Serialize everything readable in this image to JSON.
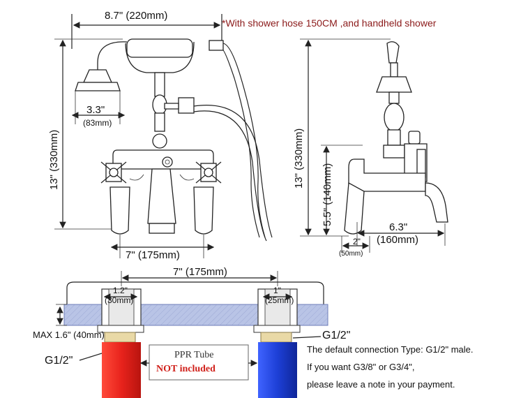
{
  "notice": "*With shower hose 150CM ,and handheld shower",
  "dimensions": {
    "top_width": "8.7\" (220mm)",
    "head_diameter_in": "3.3\"",
    "head_diameter_mm": "(83mm)",
    "front_height": "13\" (330mm)",
    "base_spacing": "7\" (175mm)",
    "side_height": "13\" (330mm)",
    "spout_height": "5.5\" (140mm)",
    "spout_reach_in": "6.3\"",
    "spout_reach_mm": "(160mm)",
    "base_depth_in": "2\"",
    "base_depth_mm": "(50mm)"
  },
  "install": {
    "spacing": "7\" (175mm)",
    "left_thread_in": "1.2\"",
    "left_thread_mm": "(30mm)",
    "right_thread_in": "1\"",
    "right_thread_mm": "(25mm)",
    "max_deck": "MAX 1.6\" (40mm)",
    "left_connection": "G1/2\"",
    "right_connection": "G1/2\"",
    "ppr_title": "PPR Tube",
    "ppr_status": "NOT included",
    "note_line1": "The default connection Type: G1/2\" male.",
    "note_line2": "If you want G3/8\" or G3/4\",",
    "note_line3": "please leave a note in your payment."
  },
  "colors": {
    "hot_pipe": "#e8231c",
    "cold_pipe": "#1d3fd6",
    "deck": "#b9c4e6",
    "notice": "#8b1a1a",
    "brass": "#e9d9a6"
  }
}
